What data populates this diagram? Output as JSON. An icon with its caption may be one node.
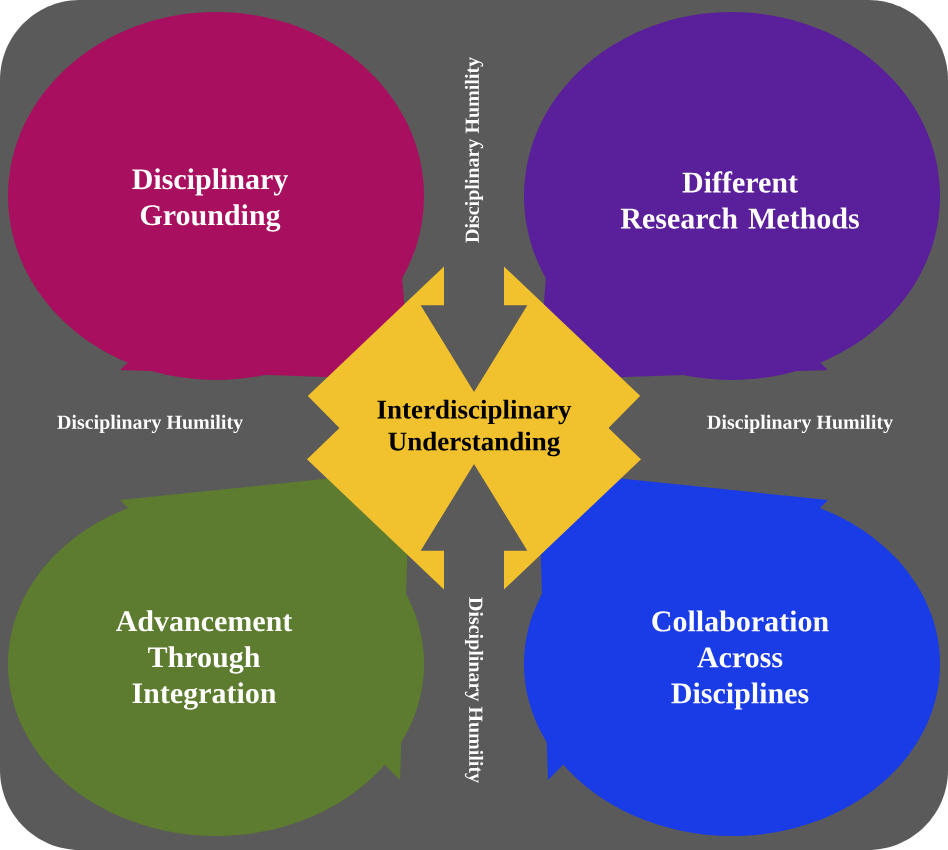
{
  "diagram": {
    "nodes": [
      {
        "text": [
          "Disciplinary Grounding"
        ]
      },
      {
        "text": [
          "Different Research Methods"
        ]
      },
      {
        "text": [
          "Interdisciplinary Understanding"
        ]
      },
      {
        "text": [
          "Advancement Through Integration"
        ]
      },
      {
        "text": [
          "Collaboration Across Disciplines"
        ]
      }
    ],
    "edges": [
      {
        "from": null,
        "to": 2,
        "arrow": "to",
        "label": "Disciplinary Humility"
      },
      {
        "from": null,
        "to": 2,
        "arrow": "to",
        "label": "Disciplinary Humility"
      },
      {
        "from": null,
        "to": 2,
        "arrow": "to",
        "label": "Disciplinary Humility"
      },
      {
        "from": null,
        "to": 2,
        "arrow": "to",
        "label": "Disciplinary Humility"
      }
    ]
  }
}
